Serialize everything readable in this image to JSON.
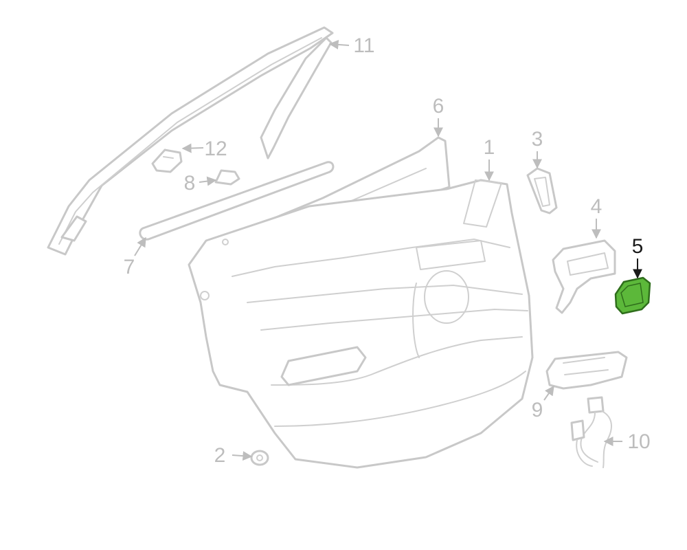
{
  "diagram": {
    "highlight_color": "#5cb83a",
    "callouts": [
      {
        "id": "c1",
        "label": "1"
      },
      {
        "id": "c2",
        "label": "2"
      },
      {
        "id": "c3",
        "label": "3"
      },
      {
        "id": "c4",
        "label": "4"
      },
      {
        "id": "c5",
        "label": "5",
        "highlighted": true
      },
      {
        "id": "c6",
        "label": "6"
      },
      {
        "id": "c7",
        "label": "7"
      },
      {
        "id": "c8",
        "label": "8"
      },
      {
        "id": "c9",
        "label": "9"
      },
      {
        "id": "c10",
        "label": "10"
      },
      {
        "id": "c11",
        "label": "11"
      },
      {
        "id": "c12",
        "label": "12"
      }
    ]
  }
}
